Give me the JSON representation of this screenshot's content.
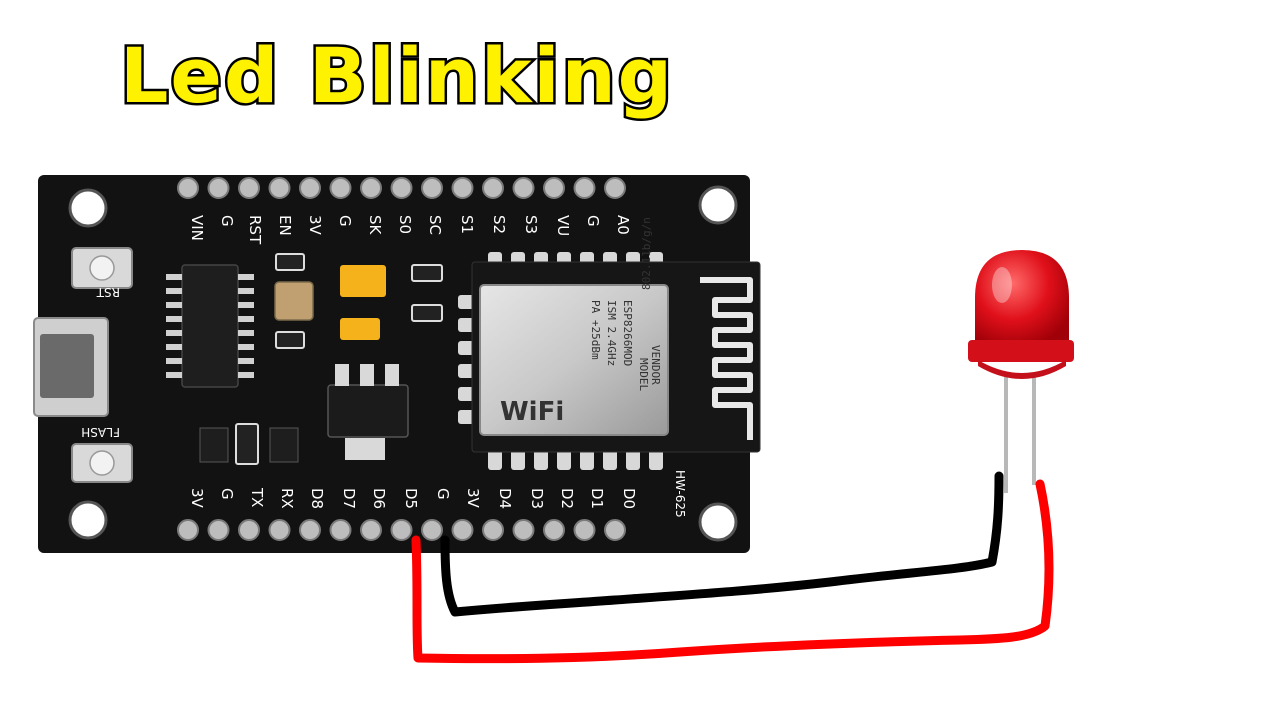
{
  "title": "Led Blinking",
  "board": {
    "top_pins": [
      "VIN",
      "G",
      "RST",
      "EN",
      "3V",
      "G",
      "SK",
      "S0",
      "SC",
      "S1",
      "S2",
      "S3",
      "VU",
      "G",
      "A0"
    ],
    "bottom_pins": [
      "3V",
      "G",
      "TX",
      "RX",
      "D8",
      "D7",
      "D6",
      "D5",
      "G",
      "3V",
      "D4",
      "D3",
      "D2",
      "D1",
      "D0"
    ],
    "rst_label": "RST",
    "flash_label": "FLASH",
    "model_label": "HW-625",
    "module": {
      "line1": "MODEL",
      "line2": "VENDOR",
      "line3": "ESP8266MOD",
      "line4": "ISM 2.4GHz",
      "line5": "PA +25dBm",
      "line6": "802.11b/g/n",
      "wifi": "WiFi"
    }
  },
  "colors": {
    "board": "#121212",
    "title_fill": "#fff200",
    "title_stroke": "#000000",
    "led": "#e0101a",
    "wire_red": "#ff0000",
    "wire_black": "#000000"
  }
}
